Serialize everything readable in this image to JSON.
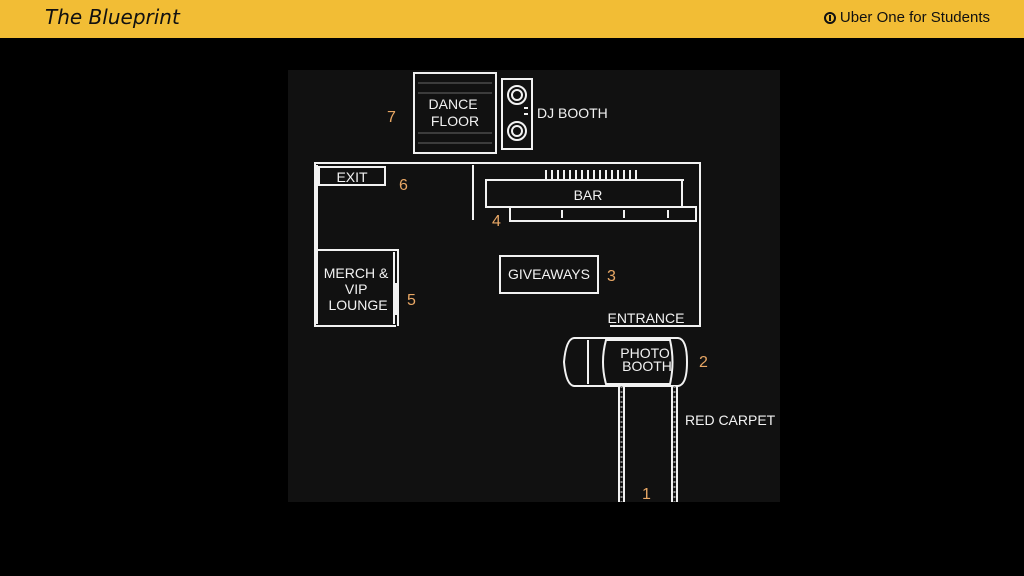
{
  "header": {
    "title": "The Blueprint",
    "brand": "Uber One for Students",
    "brand_icon": "uber-one-icon",
    "bg_color": "#f2bd35"
  },
  "plan": {
    "background_color": "#111111",
    "line_color": "#f2f2f2",
    "number_color": "#e8a765",
    "areas": {
      "dance_floor": [
        "DANCE",
        "FLOOR"
      ],
      "dj_booth": "DJ BOOTH",
      "exit": "EXIT",
      "bar": "BAR",
      "merch": [
        "MERCH &",
        "VIP",
        "LOUNGE"
      ],
      "giveaways": "GIVEAWAYS",
      "entrance": "ENTRANCE",
      "photo_booth": [
        "PHOTO",
        "BOOTH"
      ],
      "red_carpet": "RED CARPET"
    },
    "numbers": {
      "red_carpet": "1",
      "photo_booth": "2",
      "giveaways": "3",
      "bar": "4",
      "merch": "5",
      "exit": "6",
      "dance_floor": "7"
    }
  }
}
